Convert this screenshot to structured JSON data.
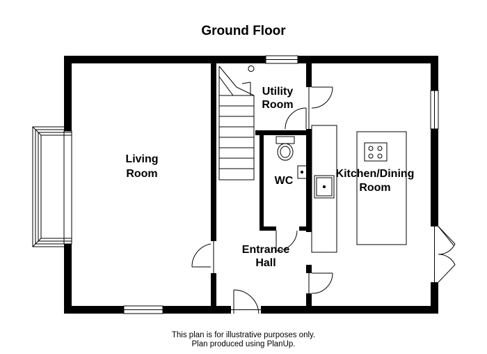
{
  "plan": {
    "title": "Ground Floor",
    "rooms": {
      "living_1": "Living",
      "living_2": "Room",
      "utility_1": "Utility",
      "utility_2": "Room",
      "wc": "WC",
      "kitchen_1": "Kitchen/Dining",
      "kitchen_2": "Room",
      "hall_1": "Entrance",
      "hall_2": "Hall"
    },
    "notes": {
      "line1": "This plan is for illustrative purposes only.",
      "line2": "Plan produced using PlanUp."
    }
  }
}
